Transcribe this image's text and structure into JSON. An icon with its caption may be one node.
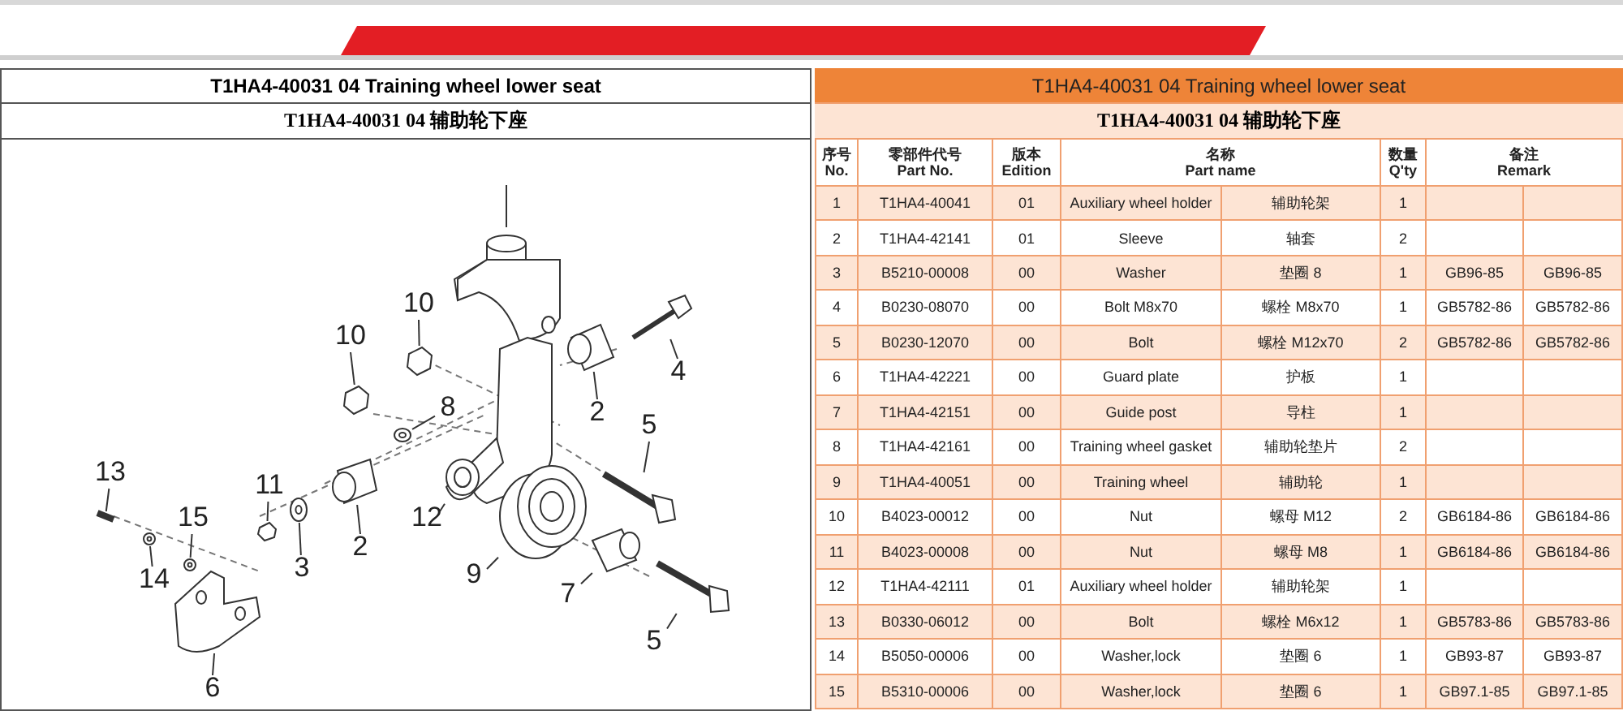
{
  "diagram": {
    "nodes": [
      {
        "text": [
          "10"
        ]
      },
      {
        "text": [
          "10"
        ]
      },
      {
        "text": [
          "4"
        ]
      },
      {
        "text": [
          "8"
        ]
      },
      {
        "text": [
          "2"
        ]
      },
      {
        "text": [
          "5"
        ]
      },
      {
        "text": [
          "13"
        ]
      },
      {
        "text": [
          "11"
        ]
      },
      {
        "text": [
          "15"
        ]
      },
      {
        "text": [
          "2"
        ]
      },
      {
        "text": [
          "12"
        ]
      },
      {
        "text": [
          "14"
        ]
      },
      {
        "text": [
          "3"
        ]
      },
      {
        "text": [
          "9"
        ]
      },
      {
        "text": [
          "7"
        ]
      },
      {
        "text": [
          "5"
        ]
      },
      {
        "text": [
          "6"
        ]
      },
      {
        "text": [],
        "shape": "picture"
      },
      {
        "text": [],
        "shape": "picture"
      },
      {
        "text": [],
        "shape": "picture"
      },
      {
        "text": [],
        "shape": "picture"
      },
      {
        "text": [],
        "shape": "picture"
      },
      {
        "text": [],
        "shape": "picture"
      },
      {
        "text": [],
        "shape": "picture"
      },
      {
        "text": [],
        "shape": "picture"
      },
      {
        "text": [],
        "shape": "picture"
      },
      {
        "text": [],
        "shape": "picture"
      },
      {
        "text": [],
        "shape": "picture"
      },
      {
        "text": [],
        "shape": "picture"
      },
      {
        "text": [],
        "shape": "picture"
      },
      {
        "text": [],
        "shape": "picture"
      },
      {
        "text": [],
        "shape": "picture"
      },
      {
        "text": [],
        "shape": "picture"
      },
      {
        "text": [],
        "shape": "picture"
      }
    ],
    "edges": [
      {
        "from": 0,
        "to": 17,
        "arrow": "none"
      },
      {
        "from": 1,
        "to": 18,
        "arrow": "none"
      },
      {
        "from": 2,
        "to": 19,
        "arrow": "none"
      },
      {
        "from": 3,
        "to": 20,
        "arrow": "none"
      },
      {
        "from": 4,
        "to": 21,
        "arrow": "none"
      },
      {
        "from": 5,
        "to": 22,
        "arrow": "none"
      },
      {
        "from": 6,
        "to": 23,
        "arrow": "none"
      },
      {
        "from": 7,
        "to": 24,
        "arrow": "none"
      },
      {
        "from": 8,
        "to": 25,
        "arrow": "none"
      },
      {
        "from": 9,
        "to": 26,
        "arrow": "none"
      },
      {
        "from": 10,
        "to": 27,
        "arrow": "none"
      },
      {
        "from": 11,
        "to": 28,
        "arrow": "none"
      },
      {
        "from": 12,
        "to": 29,
        "arrow": "none"
      },
      {
        "from": 13,
        "to": 30,
        "arrow": "none"
      },
      {
        "from": 14,
        "to": 31,
        "arrow": "none"
      },
      {
        "from": 15,
        "to": 32,
        "arrow": "none"
      },
      {
        "from": 16,
        "to": 33,
        "arrow": "none"
      }
    ],
    "labels": [
      "T1HA4-40031 04 Training wheel lower seat",
      "T1HA4-40031 04 Training wheel lower seat",
      "T1HA4-40031 04 辅助轮下座",
      "T1HA4-40031 04 辅助轮下座",
      "序号 No.",
      "零部件代号 Part No.",
      "版本 Edition",
      "名称 Part name",
      "数量 Q'ty",
      "备注 Remark",
      "1",
      "T1HA4-40041",
      "01",
      "Auxiliary wheel holder",
      "辅助轮架",
      "1",
      "2",
      "T1HA4-42141",
      "01",
      "Sleeve",
      "轴套",
      "2",
      "3",
      "B5210-00008",
      "00",
      "Washer",
      "垫圈 8",
      "1",
      "GB96-85",
      "GB96-85",
      "4",
      "B0230-08070",
      "00",
      "Bolt M8x70",
      "螺栓 M8x70",
      "1",
      "GB5782-86",
      "GB5782-86",
      "5",
      "B0230-12070",
      "00",
      "Bolt",
      "螺栓 M12x70",
      "2",
      "GB5782-86",
      "GB5782-86",
      "6",
      "T1HA4-42221",
      "00",
      "Guard plate",
      "护板",
      "1",
      "7",
      "T1HA4-42151",
      "00",
      "Guide post",
      "导柱",
      "1",
      "8",
      "T1HA4-42161",
      "00",
      "Training wheel gasket",
      "辅助轮垫片",
      "2",
      "9",
      "T1HA4-40051",
      "00",
      "Training wheel",
      "辅助轮",
      "1",
      "10",
      "B4023-00012",
      "00",
      "Nut",
      "螺母 M12",
      "2",
      "GB6184-86",
      "GB6184-86",
      "11",
      "B4023-00008",
      "00",
      "Nut",
      "螺母 M8",
      "1",
      "GB6184-86",
      "GB6184-86",
      "12",
      "T1HA4-42111",
      "01",
      "Auxiliary wheel holder",
      "辅助轮架",
      "1",
      "13",
      "B0330-06012",
      "00",
      "Bolt",
      "螺栓 M6x12",
      "1",
      "GB5783-86",
      "GB5783-86",
      "14",
      "B5050-00006",
      "00",
      "Washer,lock",
      "垫圈 6",
      "1",
      "GB93-87",
      "GB93-87",
      "15",
      "B5310-00006",
      "00",
      "Washer,lock",
      "垫圈 6",
      "1",
      "GB97.1-85",
      "GB97.1-85"
    ]
  }
}
